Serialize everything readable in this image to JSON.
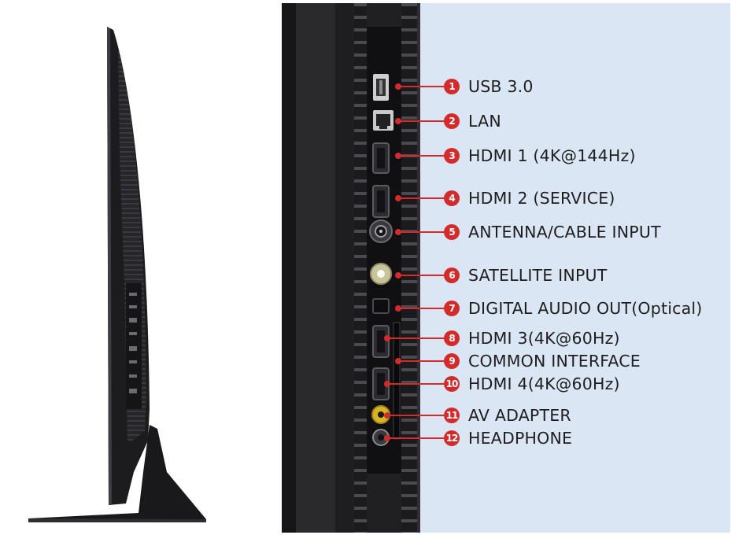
{
  "colors": {
    "accent": "#d42a2a",
    "panel_background": "#dbe6f4",
    "tv_body": "#1c1c1e",
    "label_text": "#1e1e1e"
  },
  "ports": [
    {
      "number": "1",
      "label": "USB 3.0",
      "icon": "usb-port-icon"
    },
    {
      "number": "2",
      "label": "LAN",
      "icon": "lan-port-icon"
    },
    {
      "number": "3",
      "label": "HDMI 1 (4K@144Hz)",
      "icon": "hdmi-port-icon"
    },
    {
      "number": "4",
      "label": "HDMI 2 (SERVICE)",
      "icon": "hdmi-port-icon"
    },
    {
      "number": "5",
      "label": "ANTENNA/CABLE INPUT",
      "icon": "coaxial-port-icon"
    },
    {
      "number": "6",
      "label": "SATELLITE INPUT",
      "icon": "coaxial-port-icon"
    },
    {
      "number": "7",
      "label": "DIGITAL AUDIO OUT(Optical)",
      "icon": "optical-port-icon"
    },
    {
      "number": "8",
      "label": "HDMI 3(4K@60Hz)",
      "icon": "hdmi-port-icon"
    },
    {
      "number": "9",
      "label": "COMMON INTERFACE",
      "icon": "ci-slot-icon"
    },
    {
      "number": "10",
      "label": "HDMI 4(4K@60Hz)",
      "icon": "hdmi-port-icon"
    },
    {
      "number": "11",
      "label": "AV ADAPTER",
      "icon": "av-jack-icon"
    },
    {
      "number": "12",
      "label": "HEADPHONE",
      "icon": "headphone-jack-icon"
    }
  ]
}
